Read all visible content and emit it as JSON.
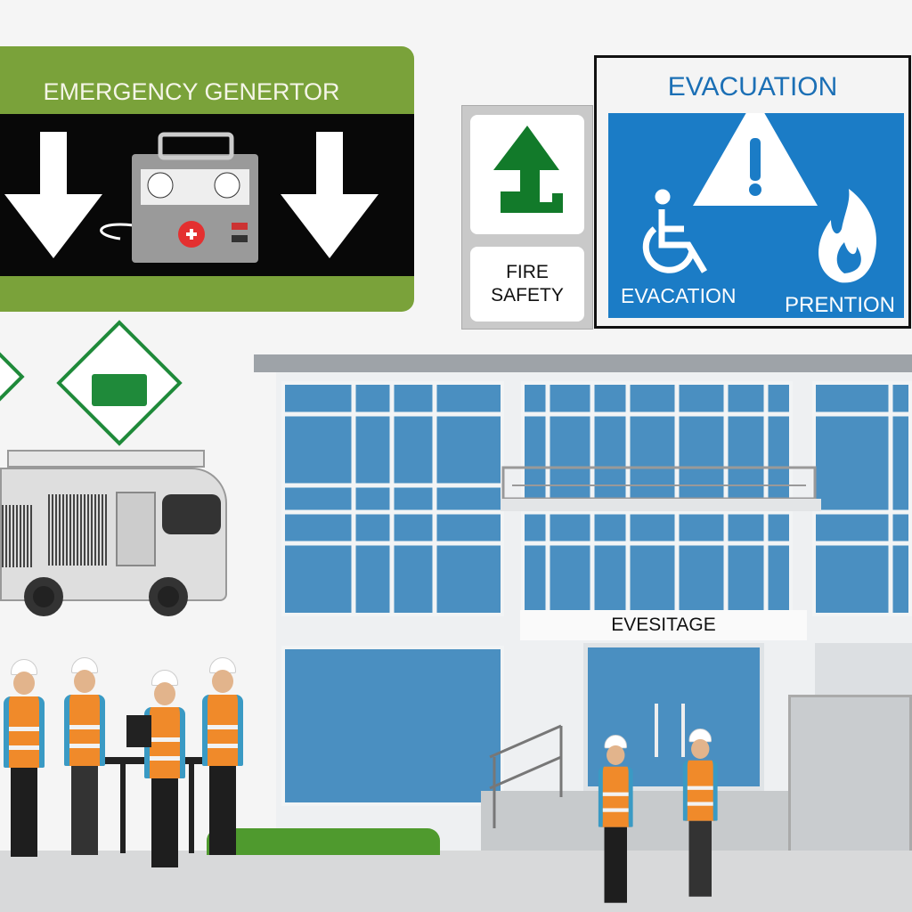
{
  "generator_sign": {
    "title": "EMERGENCY GENERTOR",
    "icons": [
      "down-arrow-icon",
      "generator-icon",
      "first-aid-cross-icon",
      "down-arrow-icon"
    ]
  },
  "fire_safety_sign": {
    "label": "FIRE SAFETY",
    "icon": "exit-arrow-icon"
  },
  "evacuation_sign": {
    "title": "EVACUATION",
    "left_label": "EVACATION",
    "right_label": "PRENTION",
    "icons": [
      "warning-triangle-icon",
      "wheelchair-icon",
      "flame-icon"
    ]
  },
  "building": {
    "sign": "EVESITAGE"
  },
  "colors": {
    "green": "#7aa23a",
    "blue": "#1b7cc6",
    "window": "#4a8fc1",
    "vest": "#f08a2a"
  }
}
